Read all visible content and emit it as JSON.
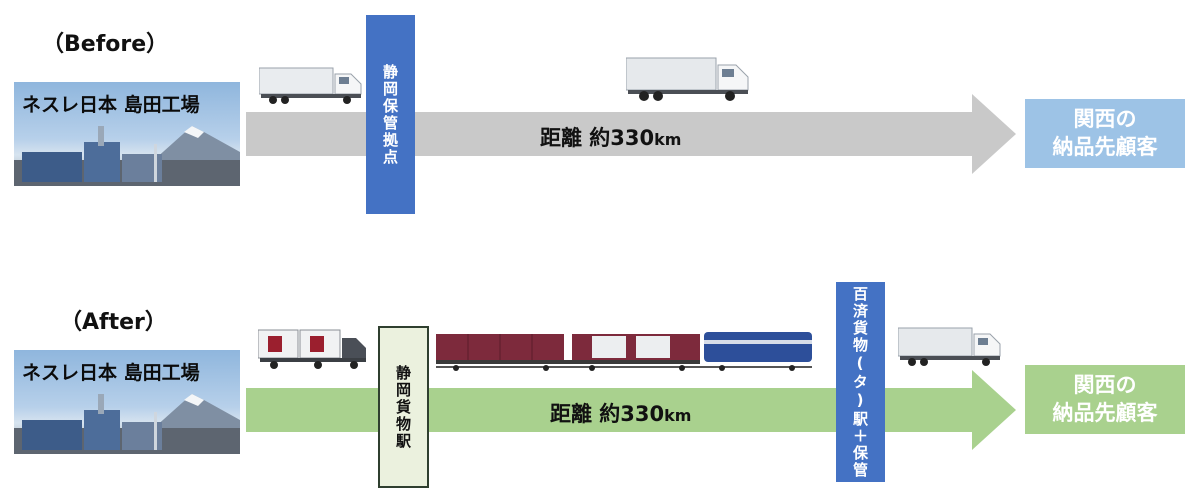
{
  "before": {
    "label": "（Before）",
    "factory_name": "ネスレ日本 島田工場",
    "hub": "静岡保管拠点",
    "distance_text": "距離  約330",
    "distance_unit": "km",
    "dest_line1": "関西の",
    "dest_line2": "納品先顧客"
  },
  "after": {
    "label": "（After）",
    "factory_name": "ネスレ日本 島田工場",
    "origin_station": "静岡貨物駅",
    "dest_station": "百済貨物(タ)駅＋保管",
    "distance_text": "距離  約330",
    "distance_unit": "km",
    "dest_line1": "関西の",
    "dest_line2": "納品先顧客"
  },
  "colors": {
    "before_arrow": "#c9c9c9",
    "after_arrow": "#a9d18e",
    "blue_box": "#4472c4",
    "green_box": "#ebf1de",
    "before_dest": "#9dc3e6",
    "after_dest": "#a9d18e"
  }
}
